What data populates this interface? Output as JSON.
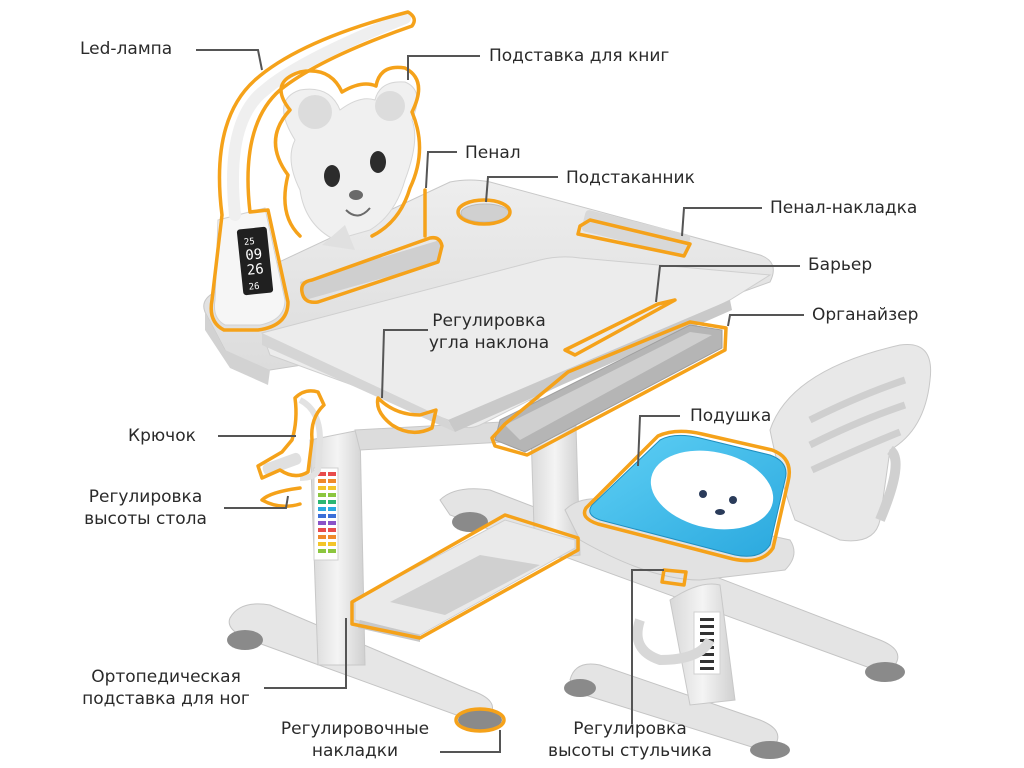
{
  "labels": {
    "led_lamp": "Led-лампа",
    "book_stand": "Подставка для книг",
    "pencil_case": "Пенал",
    "cup_holder": "Подстаканник",
    "pencil_overlay": "Пенал-накладка",
    "barrier": "Барьер",
    "organizer": "Органайзер",
    "tilt_adjust": [
      "Регулировка",
      "угла наклона"
    ],
    "cushion": "Подушка",
    "hook": "Крючок",
    "desk_height": [
      "Регулировка",
      "высоты стола"
    ],
    "footrest": [
      "Ортопедическая",
      "подставка для ног"
    ],
    "adjust_pads": [
      "Регулировочные",
      "накладки"
    ],
    "chair_height": [
      "Регулировка",
      "высоты стульчика"
    ]
  },
  "lamp_display": [
    "25",
    "09",
    "26",
    "26"
  ],
  "colors": {
    "highlight": "#f5a21a",
    "desk_gray": "#e2e2e2",
    "cushion_blue": "#3db8e8",
    "leader": "#555555"
  }
}
